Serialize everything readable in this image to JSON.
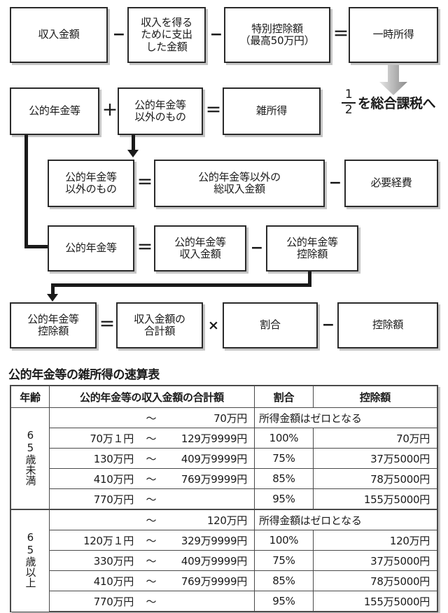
{
  "flow": {
    "row1": {
      "boxes": [
        {
          "lines": [
            "収入金額"
          ]
        },
        {
          "lines": [
            "収入を得る",
            "ために支出",
            "した金額"
          ]
        },
        {
          "lines": [
            "特別控除額",
            "（最高50万円）"
          ]
        },
        {
          "lines": [
            "一時所得"
          ]
        }
      ],
      "ops": [
        "−",
        "−",
        "＝"
      ]
    },
    "row2": {
      "boxes": [
        {
          "lines": [
            "公的年金等"
          ]
        },
        {
          "lines": [
            "公的年金等",
            "以外のもの"
          ]
        },
        {
          "lines": [
            "雑所得"
          ]
        }
      ],
      "ops": [
        "＋",
        "＝"
      ]
    },
    "row3": {
      "boxes": [
        {
          "lines": [
            "公的年金等",
            "以外のもの"
          ]
        },
        {
          "lines": [
            "公的年金等以外の",
            "総収入金額"
          ]
        },
        {
          "lines": [
            "必要経費"
          ]
        }
      ],
      "ops": [
        "＝",
        "−"
      ]
    },
    "row4": {
      "boxes": [
        {
          "lines": [
            "公的年金等"
          ]
        },
        {
          "lines": [
            "公的年金等",
            "収入金額"
          ]
        },
        {
          "lines": [
            "公的年金等",
            "控除額"
          ]
        }
      ],
      "ops": [
        "＝",
        "−"
      ]
    },
    "row5": {
      "boxes": [
        {
          "lines": [
            "公的年金等",
            "控除額"
          ]
        },
        {
          "lines": [
            "収入金額の",
            "合計額"
          ]
        },
        {
          "lines": [
            "割合"
          ]
        },
        {
          "lines": [
            "控除額"
          ]
        }
      ],
      "ops": [
        "＝",
        "×",
        "−"
      ]
    },
    "note": {
      "numerator": "1",
      "denominator": "2",
      "text": "を総合課税へ"
    }
  },
  "table": {
    "title": "公的年金等の雑所得の速算表",
    "headers": {
      "age": "年齢",
      "amount": "公的年金等の収入金額の合計額",
      "rate": "割合",
      "deduction": "控除額"
    },
    "tilde": "〜",
    "sections": [
      {
        "age_label": "65歳未満",
        "rows": [
          {
            "lo": "",
            "hi": "70万円",
            "zero_text": "所得金額はゼロとなる",
            "span": true
          },
          {
            "lo": "70万１円",
            "hi": "129万9999円",
            "rate": "100%",
            "ded": "70万円"
          },
          {
            "lo": "130万円",
            "hi": "409万9999円",
            "rate": "75%",
            "ded": "37万5000円"
          },
          {
            "lo": "410万円",
            "hi": "769万9999円",
            "rate": "85%",
            "ded": "78万5000円"
          },
          {
            "lo": "770万円",
            "hi": "",
            "rate": "95%",
            "ded": "155万5000円"
          }
        ]
      },
      {
        "age_label": "65歳以上",
        "rows": [
          {
            "lo": "",
            "hi": "120万円",
            "zero_text": "所得金額はゼロとなる",
            "span": true
          },
          {
            "lo": "120万１円",
            "hi": "329万9999円",
            "rate": "100%",
            "ded": "120万円"
          },
          {
            "lo": "330万円",
            "hi": "409万9999円",
            "rate": "75%",
            "ded": "37万5000円"
          },
          {
            "lo": "410万円",
            "hi": "769万9999円",
            "rate": "85%",
            "ded": "78万5000円"
          },
          {
            "lo": "770万円",
            "hi": "",
            "rate": "95%",
            "ded": "155万5000円"
          }
        ]
      }
    ]
  },
  "colors": {
    "border": "#2b2b2b",
    "text": "#1a1a1a",
    "shadow": "#969696",
    "gray_arrow_light": "#d9d9d9",
    "gray_arrow_dark": "#8c8c8c"
  }
}
